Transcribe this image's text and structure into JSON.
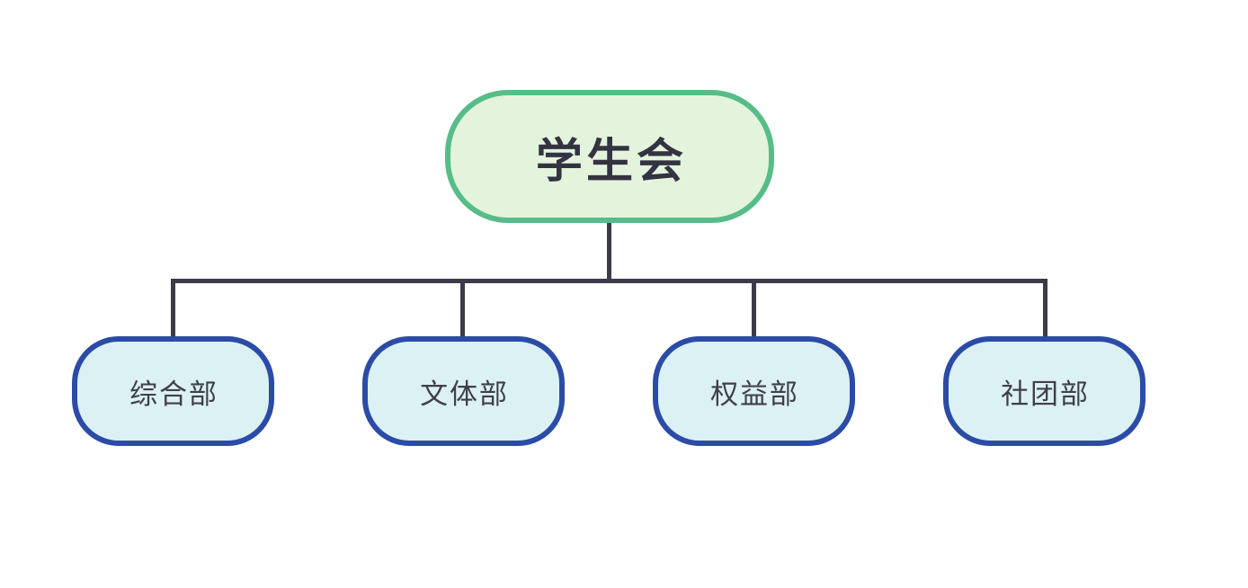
{
  "colors": {
    "canvas_bg": "#ffffff",
    "connector": "#3c3c48",
    "root_border": "#56bd87",
    "root_fill": "#e4f3dc",
    "root_text": "#333342",
    "child_border": "#2b4ba6",
    "child_fill": "#dcf1f4",
    "child_text": "#3f3f49"
  },
  "tree": {
    "root": {
      "label": "学生会"
    },
    "children": [
      {
        "label": "综合部"
      },
      {
        "label": "文体部"
      },
      {
        "label": "权益部"
      },
      {
        "label": "社团部"
      }
    ]
  }
}
